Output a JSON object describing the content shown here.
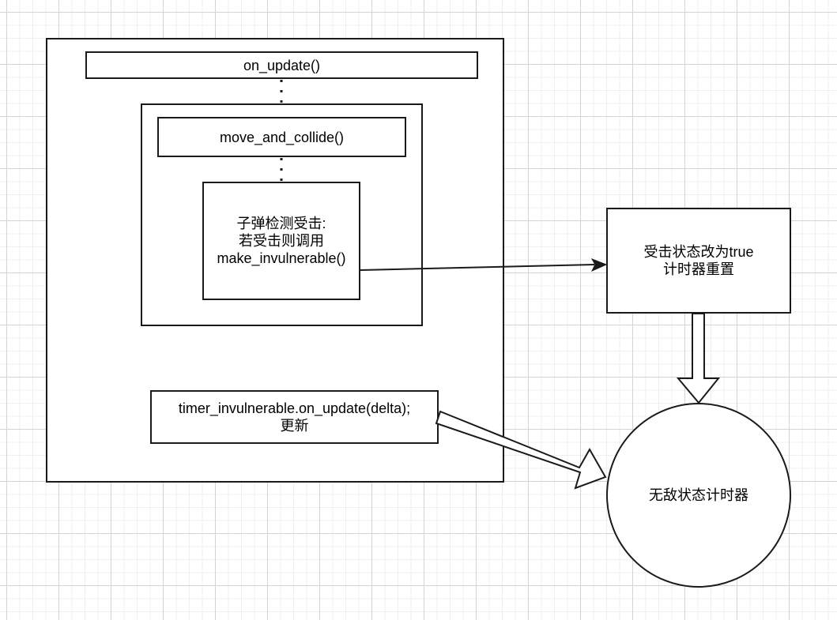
{
  "diagram": {
    "outer_container": {
      "label": ""
    },
    "on_update": {
      "label": "on_update()"
    },
    "collide_container": {
      "label": ""
    },
    "move_and_collide": {
      "label": "move_and_collide()"
    },
    "bullet_check": {
      "lines": [
        "子弹检测受击:",
        "若受击则调用",
        "make_invulnerable()"
      ]
    },
    "timer_update": {
      "lines": [
        "timer_invulnerable.on_update(delta);",
        "更新"
      ]
    },
    "state_reset": {
      "lines": [
        "受击状态改为true",
        "计时器重置"
      ]
    },
    "invulnerable_timer": {
      "label": "无敌状态计时器"
    },
    "connectors": [
      {
        "from": "on_update",
        "to": "collide_container",
        "style": "dotted"
      },
      {
        "from": "move_and_collide",
        "to": "bullet_check",
        "style": "dotted"
      },
      {
        "from": "bullet_check",
        "to": "state_reset",
        "style": "arrow"
      },
      {
        "from": "state_reset",
        "to": "invulnerable_timer",
        "style": "block-arrow"
      },
      {
        "from": "timer_update",
        "to": "invulnerable_timer",
        "style": "block-arrow"
      }
    ],
    "colors": {
      "stroke": "#1a1a1a",
      "fill": "#ffffff",
      "grid_major": "#d4d4d4",
      "grid_minor": "#efefef"
    }
  }
}
